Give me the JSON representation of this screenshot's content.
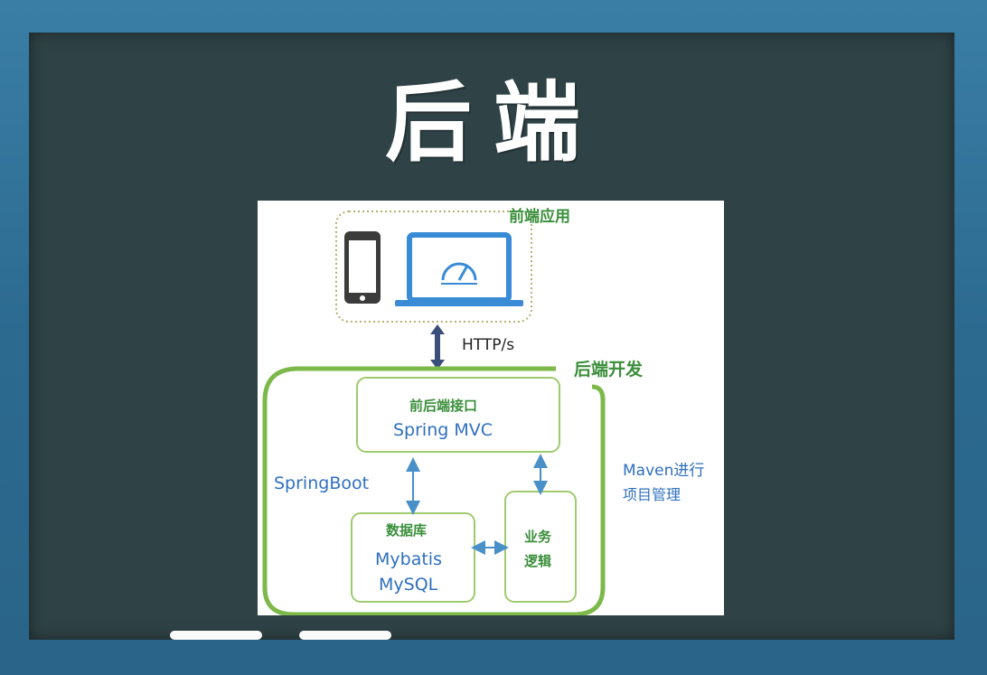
{
  "title": "后端",
  "diagram": {
    "frontend_label": "前端应用",
    "protocol_label": "HTTP/s",
    "backend_label": "后端开发",
    "api_title": "前后端接口",
    "api_tech": "Spring MVC",
    "framework_label": "SpringBoot",
    "db_title": "数据库",
    "db_tech_1": "Mybatis",
    "db_tech_2": "MySQL",
    "logic_line_1": "业务",
    "logic_line_2": "逻辑",
    "maven_line_1": "Maven进行",
    "maven_line_2": "项目管理"
  },
  "colors": {
    "board": "#2f4346",
    "frame": "#2e6f96",
    "green_border": "#7cb84a",
    "box_border": "#9fcb6e",
    "arrow_blue": "#4a90c8",
    "http_arrow": "#3a4f7a",
    "device": "#3a8bd6"
  }
}
